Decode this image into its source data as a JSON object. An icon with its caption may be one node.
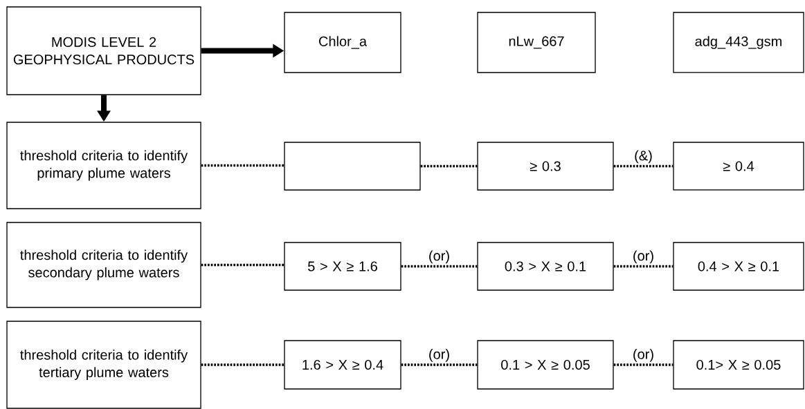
{
  "diagram": {
    "nodes": [
      {
        "text": [
          "MODIS LEVEL 2 GEOPHYSICAL PRODUCTS"
        ]
      },
      {
        "text": [
          "Chlor_a"
        ]
      },
      {
        "text": [
          "nLw_667"
        ]
      },
      {
        "text": [
          "adg_443_gsm"
        ]
      },
      {
        "text": [
          "threshold criteria to identify primary plume waters"
        ]
      },
      {
        "text": [],
        "shape": "box"
      },
      {
        "text": [
          "≥ 0.3"
        ]
      },
      {
        "text": [
          "≥ 0.4"
        ]
      },
      {
        "text": [
          "threshold criteria to identify secondary plume waters"
        ]
      },
      {
        "text": [
          "5 > X ≥ 1.6"
        ]
      },
      {
        "text": [
          "0.3 > X ≥ 0.1"
        ]
      },
      {
        "text": [
          "0.4 > X ≥ 0.1"
        ]
      },
      {
        "text": [
          "threshold criteria to identify tertiary plume waters"
        ]
      },
      {
        "text": [
          "1.6 > X ≥ 0.4"
        ]
      },
      {
        "text": [
          "0.1 > X ≥ 0.05"
        ]
      },
      {
        "text": [
          "0.1> X ≥ 0.05"
        ]
      }
    ],
    "edges": [
      {
        "from": 0,
        "to": 1,
        "arrow": "to",
        "style": "thick"
      },
      {
        "from": 0,
        "to": 4,
        "arrow": "to",
        "style": "thick"
      },
      {
        "from": 4,
        "to": 5,
        "arrow": "none",
        "style": "dashed"
      },
      {
        "from": 5,
        "to": 6,
        "arrow": "none",
        "style": "dashed"
      },
      {
        "from": 6,
        "to": 7,
        "arrow": "none",
        "style": "dashed",
        "label": "(&)"
      },
      {
        "from": 8,
        "to": 9,
        "arrow": "none",
        "style": "dashed"
      },
      {
        "from": 9,
        "to": 10,
        "arrow": "none",
        "style": "dashed",
        "label": "(or)"
      },
      {
        "from": 10,
        "to": 11,
        "arrow": "none",
        "style": "dashed",
        "label": "(or)"
      },
      {
        "from": 12,
        "to": 13,
        "arrow": "none",
        "style": "dashed"
      },
      {
        "from": 13,
        "to": 14,
        "arrow": "none",
        "style": "dashed",
        "label": "(or)"
      },
      {
        "from": 14,
        "to": 15,
        "arrow": "none",
        "style": "dashed",
        "label": "(or)"
      }
    ]
  }
}
